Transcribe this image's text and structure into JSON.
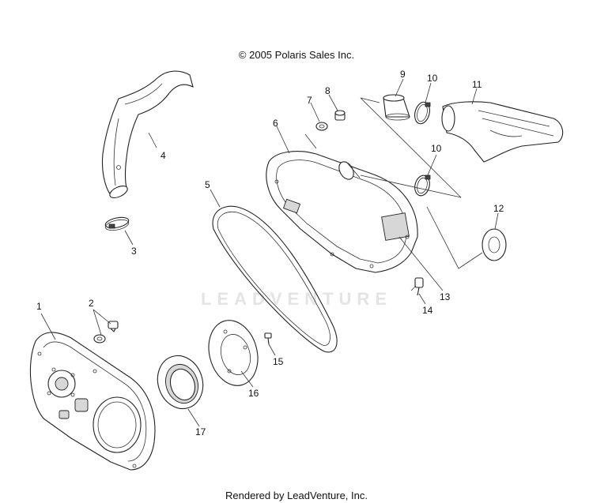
{
  "copyright": "© 2005 Polaris Sales Inc.",
  "footer": "Rendered by LeadVenture, Inc.",
  "watermark": "LEADVENTURE",
  "callouts": [
    "1",
    "2",
    "3",
    "4",
    "5",
    "6",
    "7",
    "8",
    "9",
    "10",
    "10",
    "11",
    "12",
    "13",
    "14",
    "15",
    "16",
    "17"
  ]
}
